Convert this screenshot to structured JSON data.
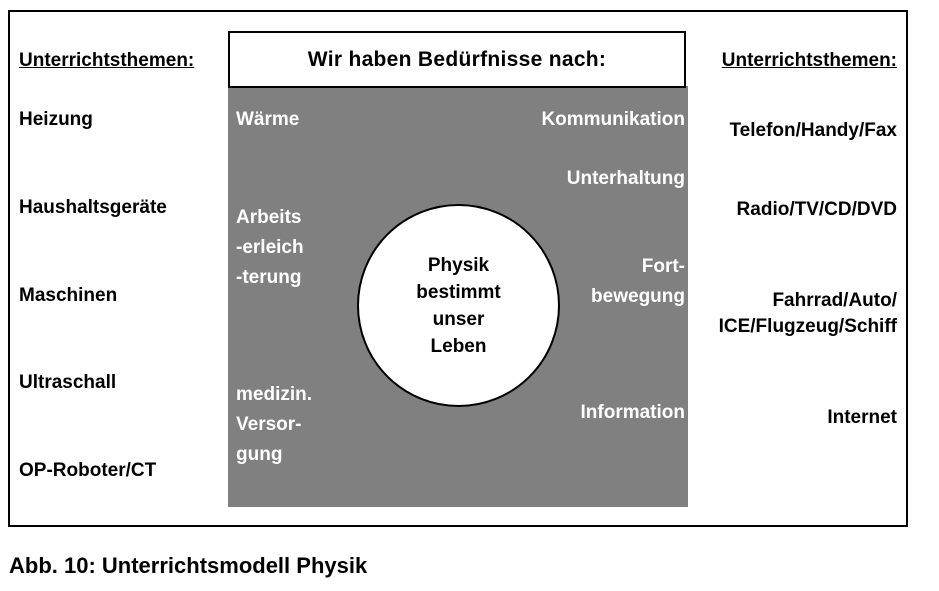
{
  "left_column": {
    "heading": "Unterrichtsthemen:",
    "items": [
      "Heizung",
      "Haushaltsgeräte",
      "Maschinen",
      "Ultraschall",
      "OP-Roboter/CT"
    ]
  },
  "right_column": {
    "heading": "Unterrichtsthemen:",
    "items": [
      {
        "lines": [
          "Telefon/Handy/Fax"
        ]
      },
      {
        "lines": [
          "Radio/TV/CD/DVD"
        ]
      },
      {
        "lines": [
          "Fahrrad/Auto/",
          "ICE/Flugzeug/Schiff"
        ]
      },
      {
        "lines": [
          "Internet"
        ]
      }
    ]
  },
  "center": {
    "title": "Wir haben Bedürfnisse nach:",
    "needs_left": [
      {
        "lines": [
          "Wärme"
        ]
      },
      {
        "lines": [
          "Arbeits",
          "-erleich",
          "-terung"
        ]
      },
      {
        "lines": [
          "medizin.",
          "Versor-",
          "gung"
        ]
      }
    ],
    "needs_right": [
      {
        "lines": [
          "Kommunikation"
        ]
      },
      {
        "lines": [
          "Unterhaltung"
        ]
      },
      {
        "lines": [
          "Fort-",
          "bewegung"
        ]
      },
      {
        "lines": [
          "Information"
        ]
      }
    ],
    "core": {
      "lines": [
        "Physik",
        "bestimmt",
        "unser",
        "Leben"
      ]
    }
  },
  "caption": "Abb. 10: Unterrichtsmodell Physik",
  "colors": {
    "panel": "#808080",
    "text_on_panel": "#ffffff",
    "text": "#000000",
    "background": "#ffffff"
  }
}
